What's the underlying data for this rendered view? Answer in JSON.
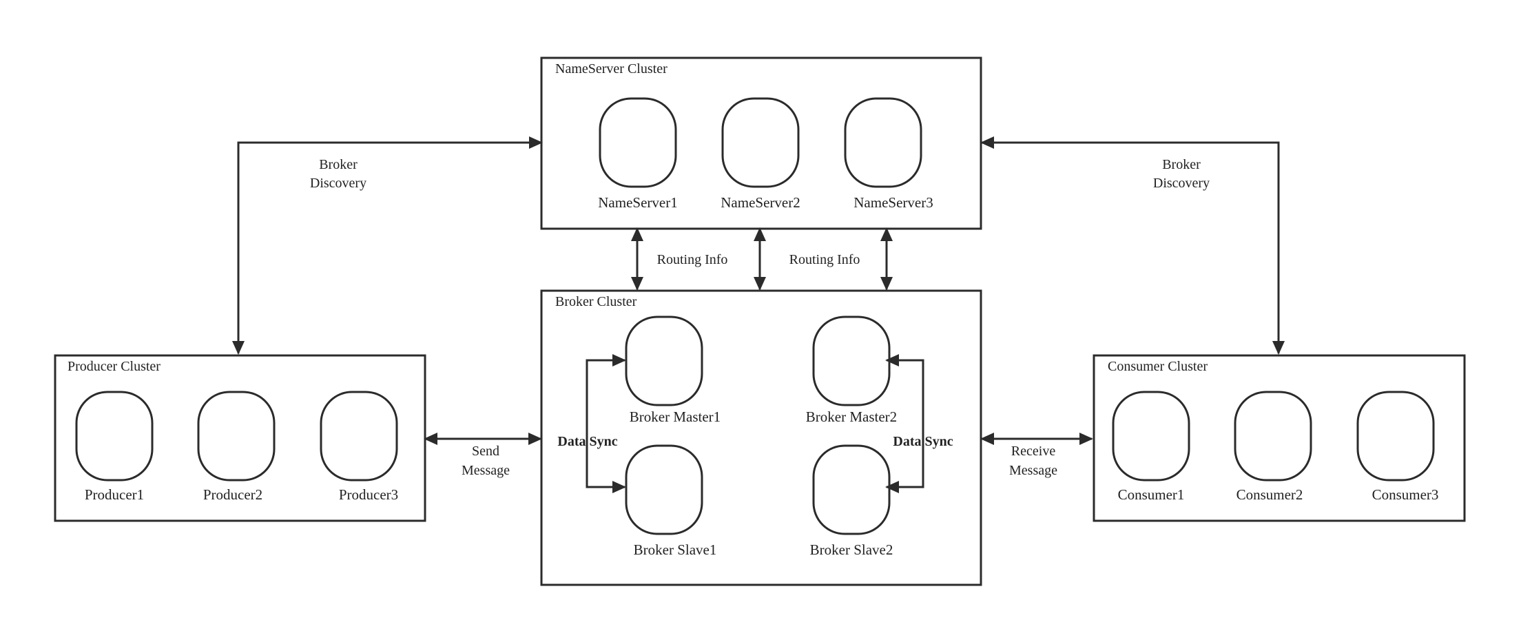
{
  "nameserver_cluster": {
    "title": "NameServer Cluster",
    "nodes": [
      "NameServer1",
      "NameServer2",
      "NameServer3"
    ]
  },
  "broker_cluster": {
    "title": "Broker Cluster",
    "nodes": [
      "Broker Master1",
      "Broker Master2",
      "Broker Slave1",
      "Broker Slave2"
    ]
  },
  "producer_cluster": {
    "title": "Producer Cluster",
    "nodes": [
      "Producer1",
      "Producer2",
      "Producer3"
    ]
  },
  "consumer_cluster": {
    "title": "Consumer Cluster",
    "nodes": [
      "Consumer1",
      "Consumer2",
      "Consumer3"
    ]
  },
  "edges": {
    "broker_discovery": [
      "Broker",
      "Discovery"
    ],
    "routing_info": "Routing Info",
    "send_message": [
      "Send",
      "Message"
    ],
    "receive_message": [
      "Receive",
      "Message"
    ],
    "data_sync": "Data Sync"
  }
}
